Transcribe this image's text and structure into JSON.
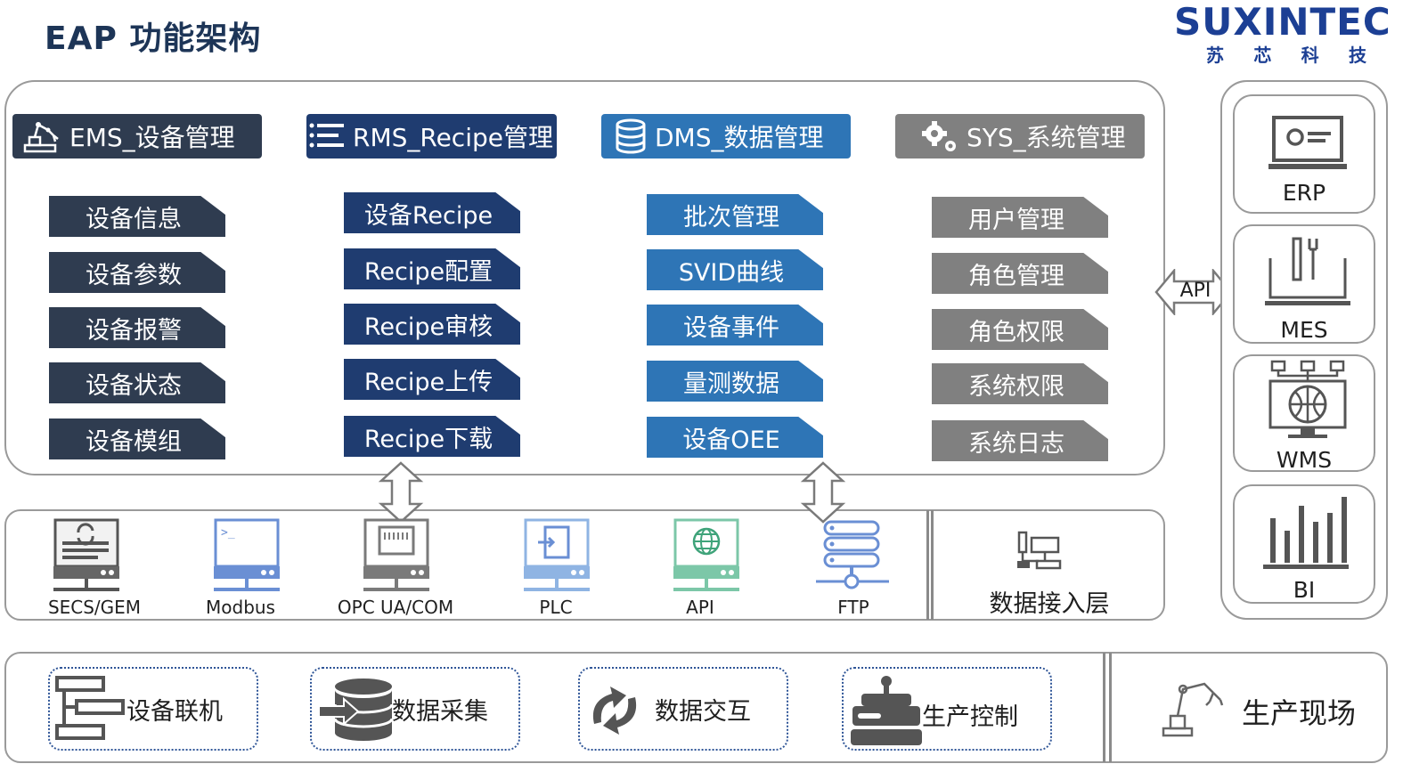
{
  "title": "EAP 功能架构",
  "logo": {
    "brand": "SUXINTEC",
    "sub": [
      "苏",
      "芯",
      "科",
      "技"
    ]
  },
  "modules": {
    "ems": {
      "header": "EMS_设备管理",
      "icon": "robot-arm-icon",
      "color": "#2f3c50",
      "items": [
        "设备信息",
        "设备参数",
        "设备报警",
        "设备状态",
        "设备模组"
      ]
    },
    "rms": {
      "header": "RMS_Recipe管理",
      "icon": "list-icon",
      "color": "#1f3c70",
      "items": [
        "设备Recipe",
        "Recipe配置",
        "Recipe审核",
        "Recipe上传",
        "Recipe下载"
      ]
    },
    "dms": {
      "header": "DMS_数据管理",
      "icon": "database-icon",
      "color": "#2e75b6",
      "items": [
        "批次管理",
        "SVID曲线",
        "设备事件",
        "量测数据",
        "设备OEE"
      ]
    },
    "sys": {
      "header": "SYS_系统管理",
      "icon": "gears-icon",
      "color": "#808080",
      "items": [
        "用户管理",
        "角色管理",
        "角色权限",
        "系统权限",
        "系统日志"
      ]
    }
  },
  "protocols": [
    "SECS/GEM",
    "Modbus",
    "OPC UA/COM",
    "PLC",
    "API",
    "FTP"
  ],
  "access_layer": "数据接入层",
  "api_label": "API",
  "systems": [
    "ERP",
    "MES",
    "WMS",
    "BI"
  ],
  "functions": [
    "设备联机",
    "数据采集",
    "数据交互",
    "生产控制"
  ],
  "site": "生产现场"
}
